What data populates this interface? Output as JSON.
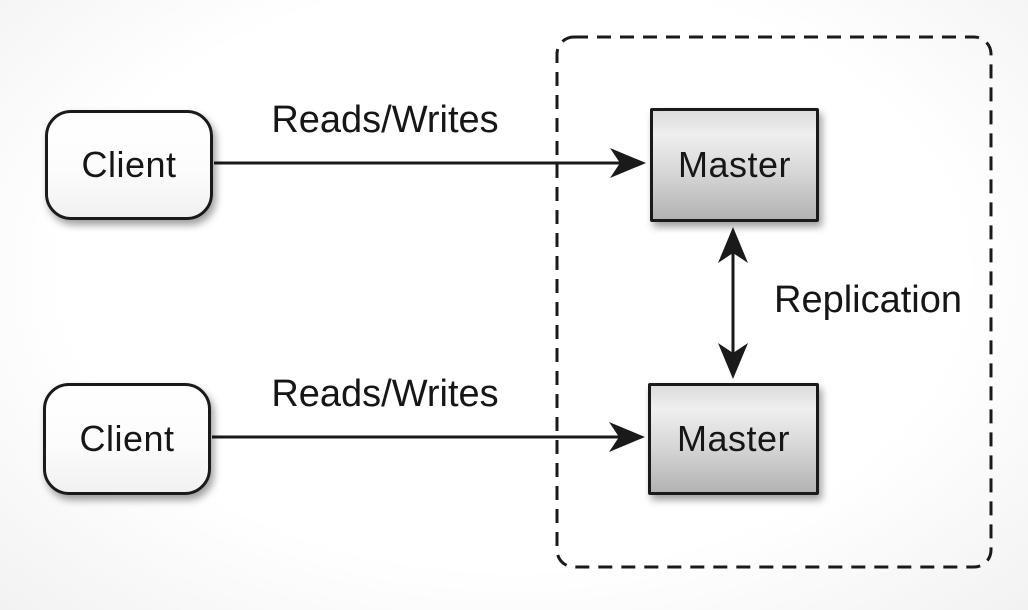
{
  "diagram": {
    "nodes": {
      "client_top": {
        "label": "Client"
      },
      "client_bottom": {
        "label": "Client"
      },
      "master_top": {
        "label": "Master"
      },
      "master_bottom": {
        "label": "Master"
      }
    },
    "edges": {
      "reads_writes_top": {
        "label": "Reads/Writes"
      },
      "reads_writes_bottom": {
        "label": "Reads/Writes"
      },
      "replication": {
        "label": "Replication"
      }
    },
    "colors": {
      "line": "#1a1a1a",
      "text": "#161616",
      "client_fill": "#ffffff",
      "master_gradient_top": "#dcdcdc",
      "master_gradient_bottom": "#b3b3b3",
      "background": "#ffffff"
    }
  }
}
